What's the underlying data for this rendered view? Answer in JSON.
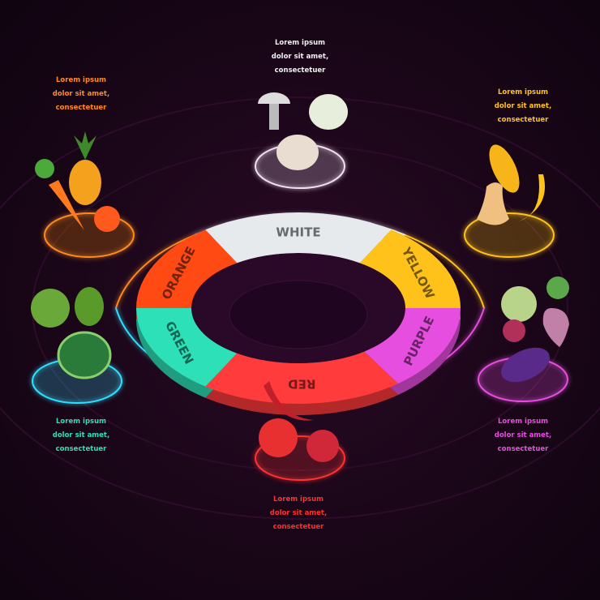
{
  "wheel": {
    "segments": [
      {
        "label": "WHITE",
        "color": "#e6eaec"
      },
      {
        "label": "YELLOW",
        "color": "#ffc21a"
      },
      {
        "label": "PURPLE",
        "color": "#e64ee0"
      },
      {
        "label": "RED",
        "color": "#ff3b3b"
      },
      {
        "label": "GREEN",
        "color": "#2ee0b8"
      },
      {
        "label": "ORANGE",
        "color": "#ff4a14"
      }
    ]
  },
  "captions": {
    "white": {
      "line1": "Lorem ipsum",
      "line2": "dolor sit amet,",
      "line3": "consectetuer",
      "color": "#f0f0f0"
    },
    "orange": {
      "line1": "Lorem ipsum",
      "line2": "dolor sit amet,",
      "line3": "consectetuer",
      "color": "#ff8a1e"
    },
    "yellow": {
      "line1": "Lorem ipsum",
      "line2": "dolor sit amet,",
      "line3": "consectetuer",
      "color": "#ffc21a"
    },
    "green": {
      "line1": "Lorem ipsum",
      "line2": "dolor sit amet,",
      "line3": "consectetuer",
      "color": "#2ee0b8"
    },
    "purple": {
      "line1": "Lorem ipsum",
      "line2": "dolor sit amet,",
      "line3": "consectetuer",
      "color": "#e64ee0"
    },
    "red": {
      "line1": "Lorem ipsum",
      "line2": "dolor sit amet,",
      "line3": "consectetuer",
      "color": "#ff3030"
    }
  }
}
